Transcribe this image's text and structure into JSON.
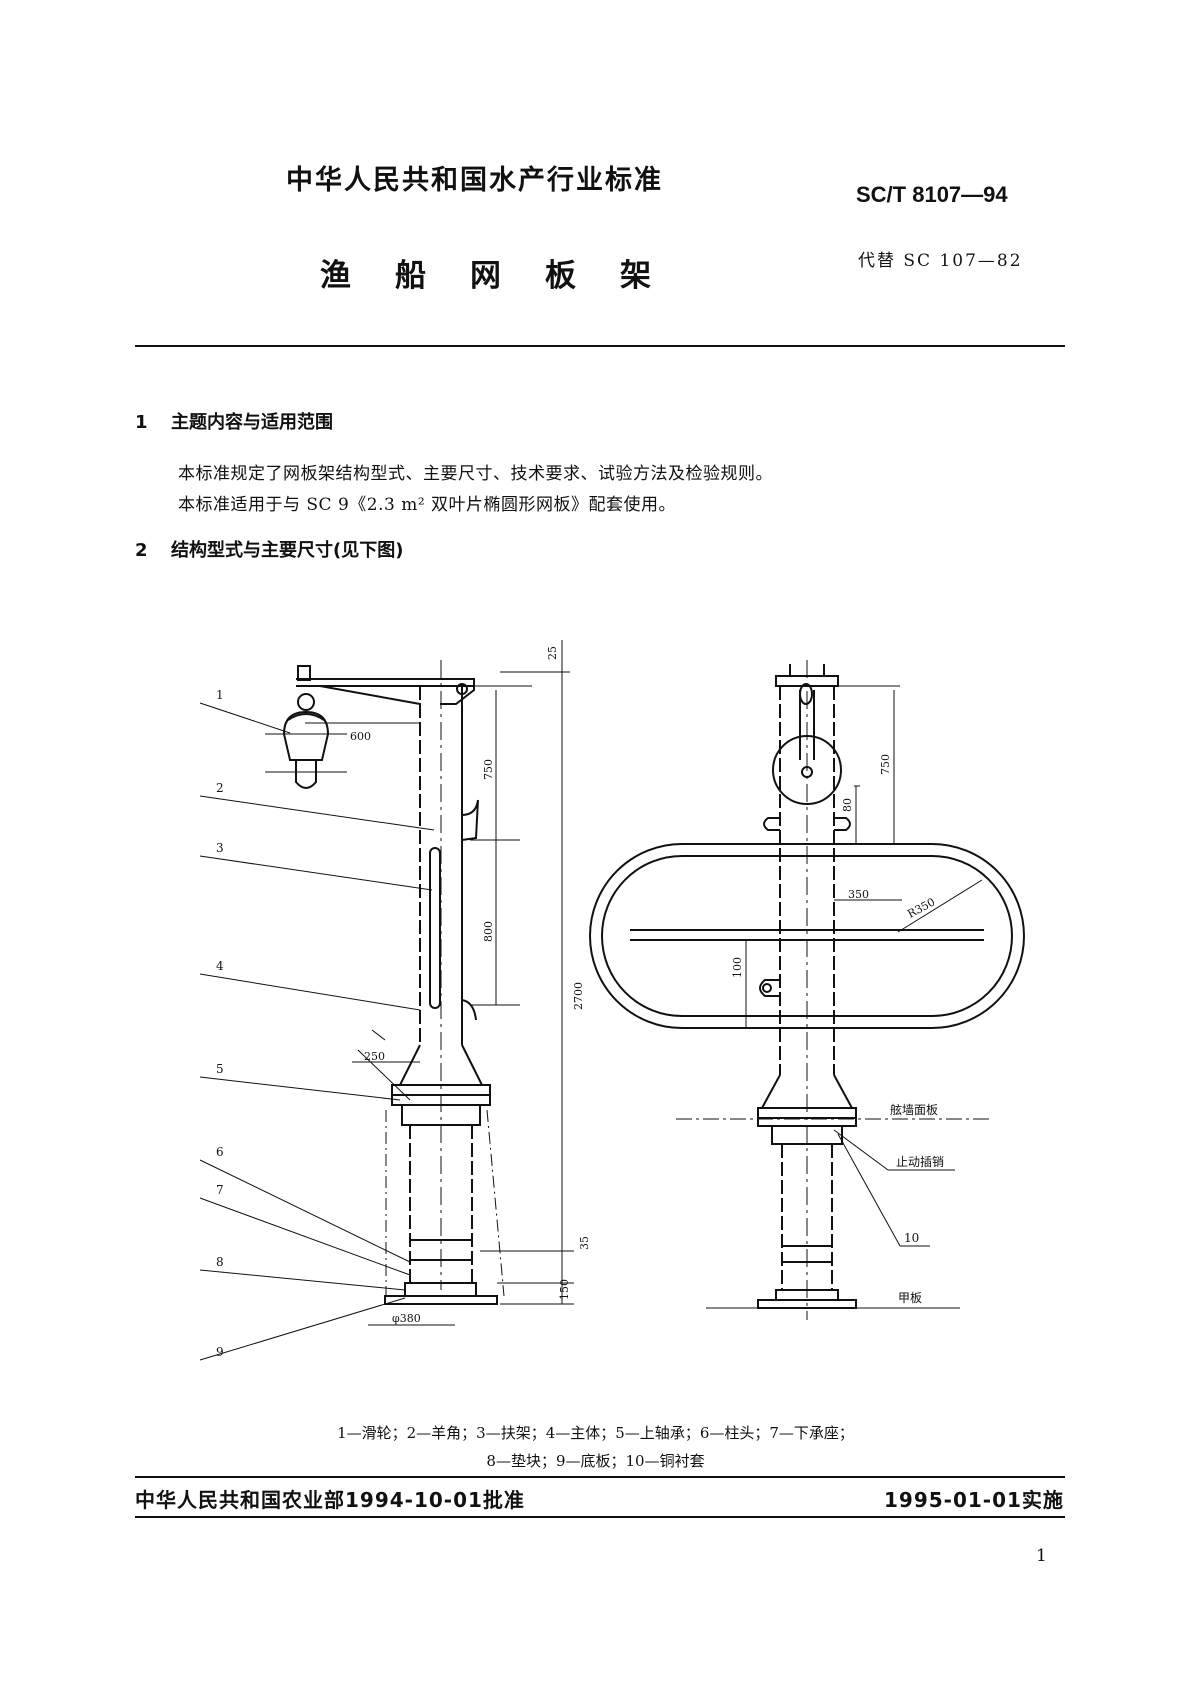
{
  "header": {
    "standard_title": "中华人民共和国水产行业标准",
    "standard_number": "SC/T 8107—94",
    "doc_title": "渔船网板架",
    "replaces": "代替 SC 107—82"
  },
  "sections": [
    {
      "number": "1",
      "title": "主题内容与适用范围",
      "paragraphs": [
        "本标准规定了网板架结构型式、主要尺寸、技术要求、试验方法及检验规则。",
        "本标准适用于与 SC 9《2.3 m² 双叶片椭圆形网板》配套使用。"
      ]
    },
    {
      "number": "2",
      "title": "结构型式与主要尺寸(见下图)",
      "paragraphs": []
    }
  ],
  "figure": {
    "part_numbers": [
      "1",
      "2",
      "3",
      "4",
      "5",
      "6",
      "7",
      "8",
      "9"
    ],
    "part_number_10": "10",
    "dimensions": {
      "d25": "25",
      "d600": "600",
      "d750": "750",
      "d800": "800",
      "d2700": "2700",
      "d250": "250",
      "d35": "35",
      "d150": "150",
      "d380": "φ380",
      "r750": "750",
      "r80": "80",
      "r350": "350",
      "rR350": "R350",
      "r100": "100"
    },
    "labels": {
      "bulkhead": "舷墙面板",
      "stop_pin": "止动插销",
      "deck": "甲板"
    }
  },
  "legend": {
    "line1": "1—滑轮；2—羊角；3—扶架；4—主体；5—上轴承；6—柱头；7—下承座；",
    "line2": "8—垫块；9—底板；10—铜衬套"
  },
  "footer": {
    "approval": "中华人民共和国农业部1994-10-01批准",
    "implementation": "1995-01-01实施"
  },
  "page_number": "1"
}
